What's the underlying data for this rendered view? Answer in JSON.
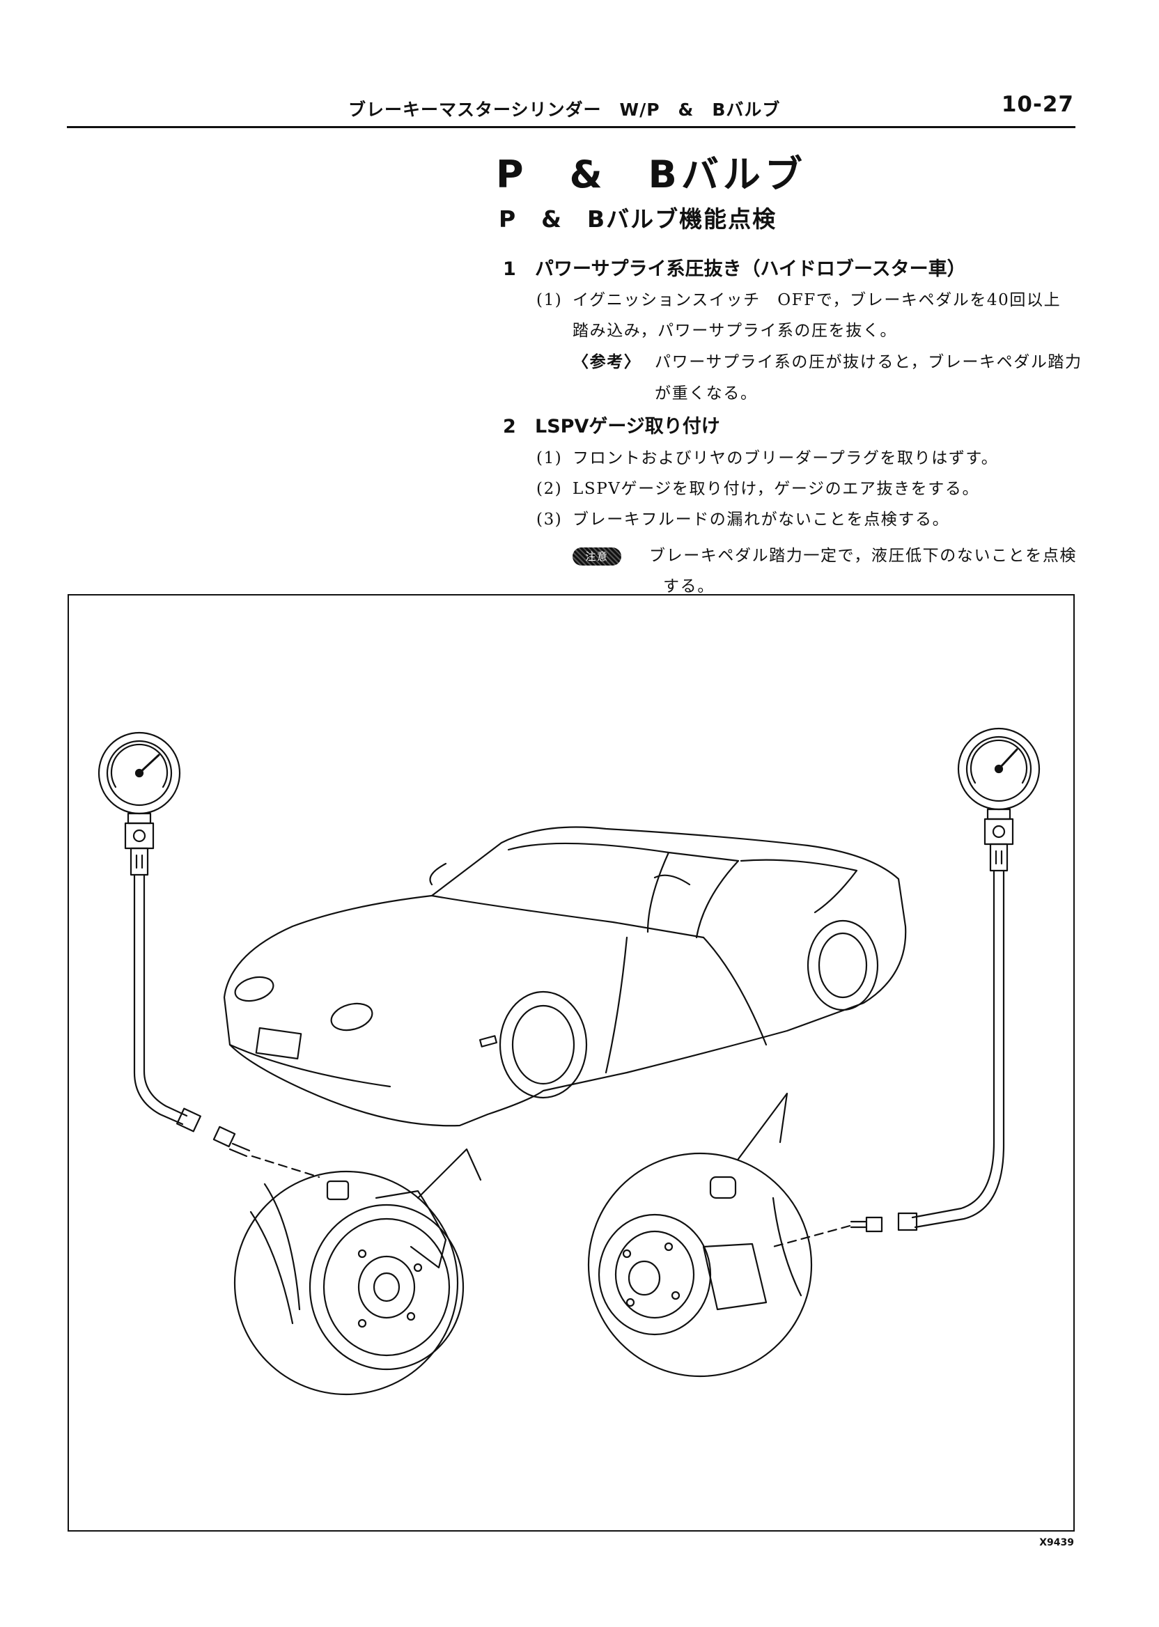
{
  "header": {
    "running_title": "ブレーキーマスターシリンダー　W/P　&　Bバルブ",
    "page_number": "10-27"
  },
  "section": {
    "title": "P　&　Bバルブ",
    "subtitle": "P　&　Bバルブ機能点検"
  },
  "steps": [
    {
      "number": "1",
      "title": "パワーサプライ系圧抜き（ハイドロブースター車）",
      "items": [
        {
          "marker": "(1)",
          "lines": [
            "イグニッションスイッチ　OFFで，ブレーキペダルを40回以上",
            "踏み込み，パワーサプライ系の圧を抜く。"
          ]
        }
      ],
      "note": {
        "label": "〈参考〉",
        "lines": [
          "パワーサプライ系の圧が抜けると，ブレーキペダル踏力",
          "が重くなる。"
        ]
      }
    },
    {
      "number": "2",
      "title": "LSPVゲージ取り付け",
      "items": [
        {
          "marker": "(1)",
          "lines": [
            "フロントおよびリヤのブリーダープラグを取りはずす。"
          ]
        },
        {
          "marker": "(2)",
          "lines": [
            "LSPVゲージを取り付け，ゲージのエア抜きをする。"
          ]
        },
        {
          "marker": "(3)",
          "lines": [
            "ブレーキフルードの漏れがないことを点検する。"
          ]
        }
      ],
      "caution": {
        "label": "注意",
        "lines": [
          "ブレーキペダル踏力一定で，液圧低下のないことを点検",
          "する。"
        ]
      }
    }
  ],
  "figure": {
    "id": "X9439",
    "icons": [
      "pressure-gauge-icon",
      "car-icon",
      "brake-disc-icon",
      "bleeder-plug-icon"
    ]
  }
}
